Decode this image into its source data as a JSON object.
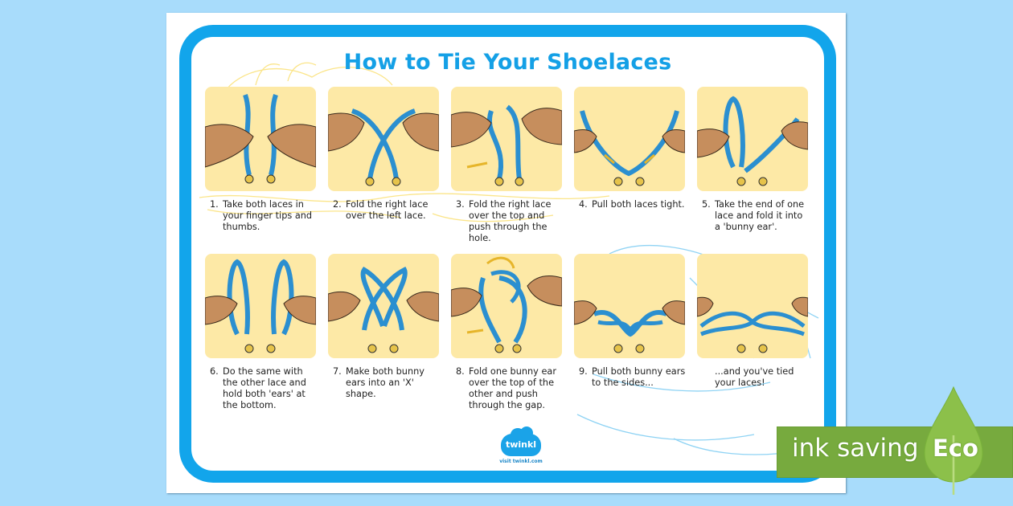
{
  "page": {
    "title": "How to Tie Your Shoelaces",
    "brand_color": "#12a5eb",
    "tile_color": "#fde9a6",
    "background_color": "#a8dcfb"
  },
  "steps": [
    {
      "number": "1.",
      "text": "Take both laces in your finger tips and thumbs."
    },
    {
      "number": "2.",
      "text": "Fold the right lace over the left lace."
    },
    {
      "number": "3.",
      "text": "Fold the right lace over the top and push through the hole."
    },
    {
      "number": "4.",
      "text": "Pull both laces tight."
    },
    {
      "number": "5.",
      "text": "Take the end of one lace and fold it into a 'bunny ear'."
    },
    {
      "number": "6.",
      "text": "Do the same with the other lace and hold both 'ears' at the bottom."
    },
    {
      "number": "7.",
      "text": "Make both bunny ears into an 'X' shape."
    },
    {
      "number": "8.",
      "text": "Fold one bunny ear over the top of the other and push through the gap."
    },
    {
      "number": "9.",
      "text": "Pull both bunny ears to the sides..."
    },
    {
      "number": "",
      "text": "...and you've tied your laces!"
    }
  ],
  "logo": {
    "name": "twinkl",
    "tagline": "visit twinkl.com"
  },
  "badge": {
    "label": "ink saving",
    "eco": "Eco",
    "color": "#77aa3e"
  }
}
